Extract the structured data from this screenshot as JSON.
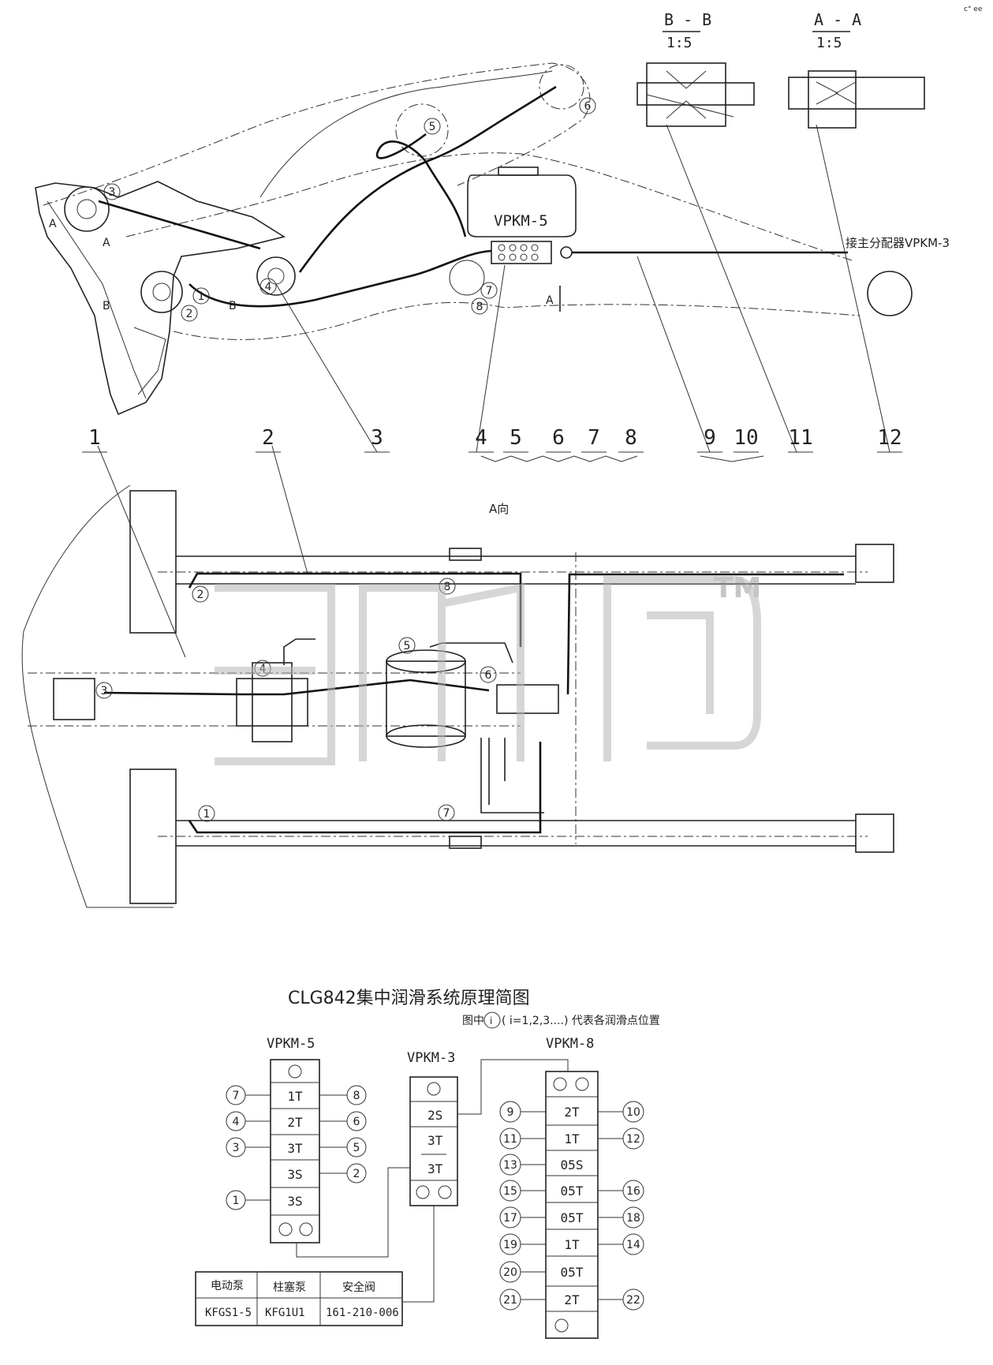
{
  "corner_mark": "c° ee",
  "sections": [
    {
      "name": "B - B",
      "scale": "1:5"
    },
    {
      "name": "A - A",
      "scale": "1:5"
    }
  ],
  "side_view": {
    "distributor_label": "VPKM-5",
    "main_distributor_label": "接主分配器VPKM-3",
    "section_marks": [
      "A",
      "A",
      "B",
      "B",
      "A"
    ],
    "lube_points": [
      "1",
      "2",
      "3",
      "4",
      "5",
      "6",
      "7",
      "8"
    ]
  },
  "part_callouts": [
    "1",
    "2",
    "3",
    "4",
    "5",
    "6",
    "7",
    "8",
    "9",
    "10",
    "11",
    "12"
  ],
  "top_view": {
    "view_label": "A向",
    "lube_points": [
      "1",
      "2",
      "3",
      "4",
      "5",
      "6",
      "7",
      "8"
    ],
    "watermark": "эмр",
    "trademark": "TM"
  },
  "schematic": {
    "title": "CLG842集中润滑系统原理简图",
    "note_prefix": "图中",
    "note_circle": "i",
    "note_suffix": "( i=1,2,3....) 代表各润滑点位置",
    "vpkm5": {
      "label": "VPKM-5",
      "rows": [
        {
          "port": "1T",
          "left": "7",
          "right": "8"
        },
        {
          "port": "2T",
          "left": "4",
          "right": "6"
        },
        {
          "port": "3T",
          "left": "3",
          "right": "5"
        },
        {
          "port": "3S",
          "left": "",
          "right": "2"
        },
        {
          "port": "3S",
          "left": "1",
          "right": ""
        }
      ]
    },
    "vpkm3": {
      "label": "VPKM-3",
      "rows": [
        "2S",
        "3T",
        "3T"
      ]
    },
    "vpkm8": {
      "label": "VPKM-8",
      "rows": [
        {
          "port": "2T",
          "left": "9",
          "right": "10"
        },
        {
          "port": "1T",
          "left": "11",
          "right": "12"
        },
        {
          "port": "05S",
          "left": "13",
          "right": ""
        },
        {
          "port": "05T",
          "left": "15",
          "right": "16"
        },
        {
          "port": "05T",
          "left": "17",
          "right": "18"
        },
        {
          "port": "1T",
          "left": "19",
          "right": "14"
        },
        {
          "port": "05T",
          "left": "20",
          "right": ""
        },
        {
          "port": "2T",
          "left": "21",
          "right": "22"
        }
      ]
    },
    "pump_table": {
      "headers": [
        "电动泵",
        "柱塞泵",
        "安全阀"
      ],
      "values": [
        "KFGS1-5",
        "KFG1U1",
        "161-210-006"
      ]
    }
  }
}
